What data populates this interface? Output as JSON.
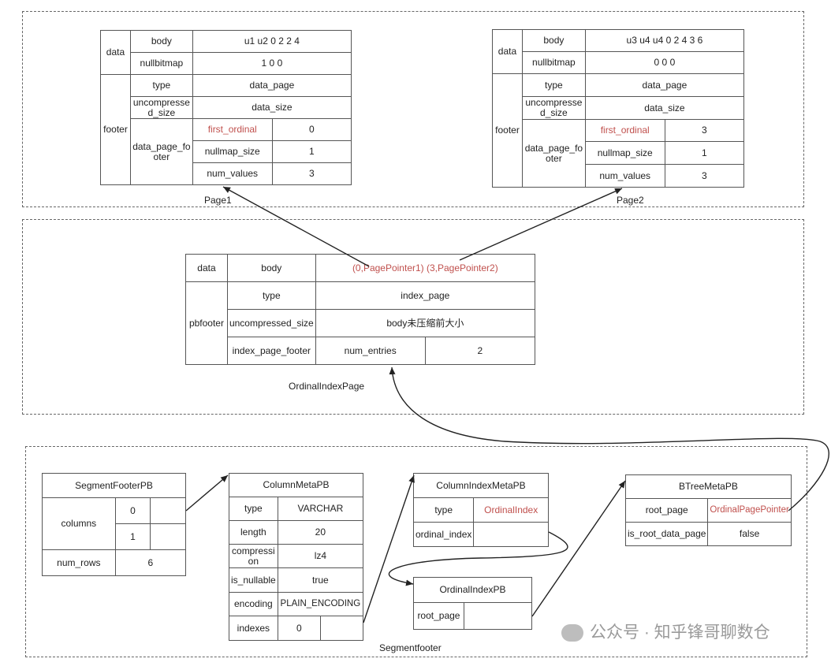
{
  "page1": {
    "label": "Page1",
    "data_label": "data",
    "body_key": "body",
    "body_value": "u1 u2 0 2 2 4",
    "nullbitmap_key": "nullbitmap",
    "nullbitmap_value": "1 0 0",
    "footer_label": "footer",
    "type_key": "type",
    "type_value": "data_page",
    "uncompressed_key": "uncompressed_size",
    "uncompressed_value": "data_size",
    "dpf_key": "data_page_footer",
    "first_ordinal_key": "first_ordinal",
    "first_ordinal_value": "0",
    "nullmap_size_key": "nullmap_size",
    "nullmap_size_value": "1",
    "num_values_key": "num_values",
    "num_values_value": "3"
  },
  "page2": {
    "label": "Page2",
    "data_label": "data",
    "body_key": "body",
    "body_value": "u3 u4 u4 0 2 4 3 6",
    "nullbitmap_key": "nullbitmap",
    "nullbitmap_value": "0 0 0",
    "footer_label": "footer",
    "type_key": "type",
    "type_value": "data_page",
    "uncompressed_key": "uncompressed_size",
    "uncompressed_value": "data_size",
    "dpf_key": "data_page_footer",
    "first_ordinal_key": "first_ordinal",
    "first_ordinal_value": "3",
    "nullmap_size_key": "nullmap_size",
    "nullmap_size_value": "1",
    "num_values_key": "num_values",
    "num_values_value": "3"
  },
  "index_page": {
    "label": "OrdinalIndexPage",
    "data_label": "data",
    "body_key": "body",
    "body_value": "(0,PagePointer1) (3,PagePointer2)",
    "pbfooter_label": "pbfooter",
    "type_key": "type",
    "type_value": "index_page",
    "uncompressed_key": "uncompressed_size",
    "uncompressed_value": "body未压缩前大小",
    "ipf_key": "index_page_footer",
    "num_entries_key": "num_entries",
    "num_entries_value": "2"
  },
  "segment": {
    "label": "Segmentfooter",
    "segment_footer_pb": {
      "title": "SegmentFooterPB",
      "columns_key": "columns",
      "col0": "0",
      "col1": "1",
      "num_rows_key": "num_rows",
      "num_rows_value": "6"
    },
    "column_meta_pb": {
      "title": "ColumnMetaPB",
      "type_key": "type",
      "type_value": "VARCHAR",
      "length_key": "length",
      "length_value": "20",
      "compression_key": "compression",
      "compression_value": "lz4",
      "is_nullable_key": "is_nullable",
      "is_nullable_value": "true",
      "encoding_key": "encoding",
      "encoding_value": "PLAIN_ENCODING",
      "indexes_key": "indexes",
      "indexes_value": "0"
    },
    "column_index_meta_pb": {
      "title": "ColumnIndexMetaPB",
      "type_key": "type",
      "type_value": "OrdinalIndex",
      "ordinal_index_key": "ordinal_index"
    },
    "ordinal_index_pb": {
      "title": "OrdinalIndexPB",
      "root_page_key": "root_page"
    },
    "btree_meta_pb": {
      "title": "BTreeMetaPB",
      "root_page_key": "root_page",
      "root_page_value": "OrdinalPagePointer",
      "is_root_data_page_key": "is_root_data_page",
      "is_root_data_page_value": "false"
    }
  },
  "watermark": "公众号 · 知乎锋哥聊数仓",
  "colors": {
    "highlight": "#c0504d",
    "border": "#555555",
    "frame": "#666666"
  }
}
